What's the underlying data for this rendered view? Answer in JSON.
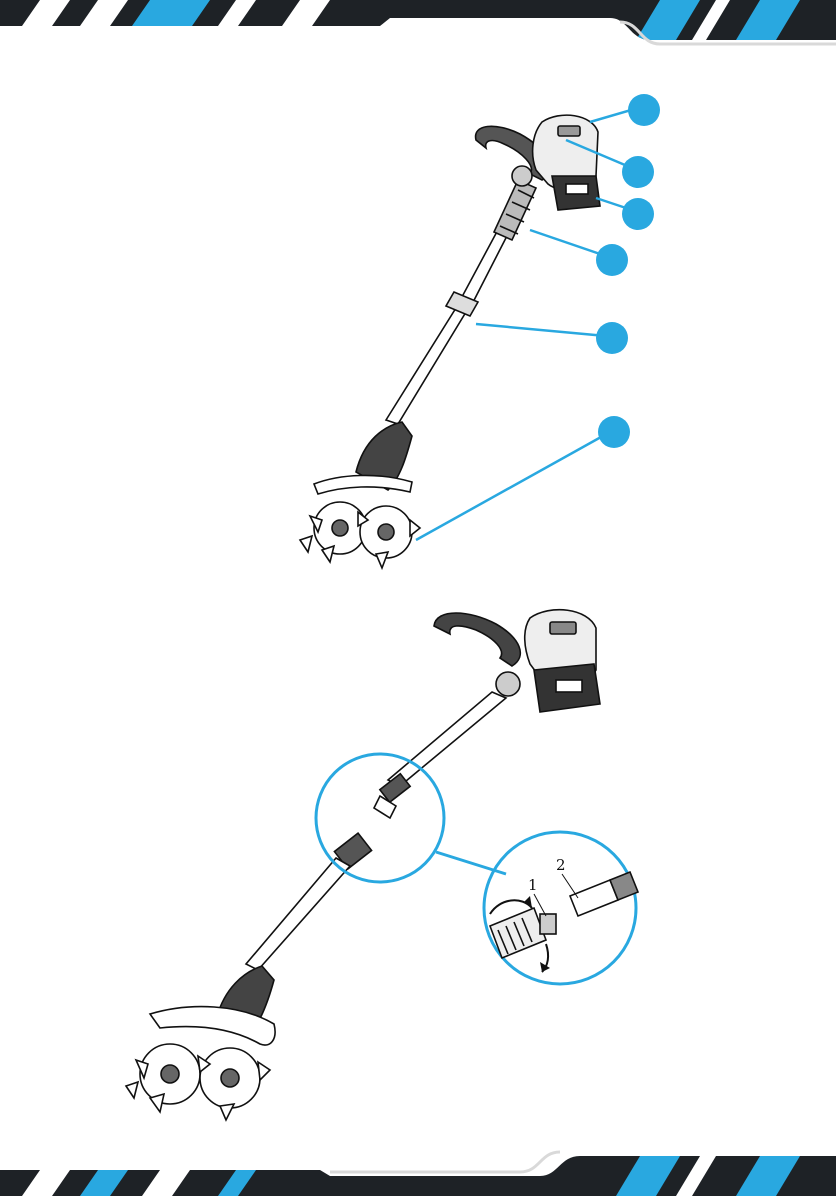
{
  "colors": {
    "accent": "#29a8e0",
    "dark": "#1e2226",
    "page_bg": "#ffffff",
    "line": "#111111"
  },
  "header": {
    "decoration": "striped-banner"
  },
  "footer": {
    "decoration": "striped-banner"
  },
  "figure_overview": {
    "callouts": [
      {
        "label": ""
      },
      {
        "label": ""
      },
      {
        "label": ""
      },
      {
        "label": ""
      },
      {
        "label": ""
      },
      {
        "label": ""
      }
    ]
  },
  "figure_assembly": {
    "detail_labels": {
      "step1": "1",
      "step2": "2"
    },
    "icons": [
      "rotate-arrow-icon",
      "magnifier-circle-icon"
    ]
  }
}
